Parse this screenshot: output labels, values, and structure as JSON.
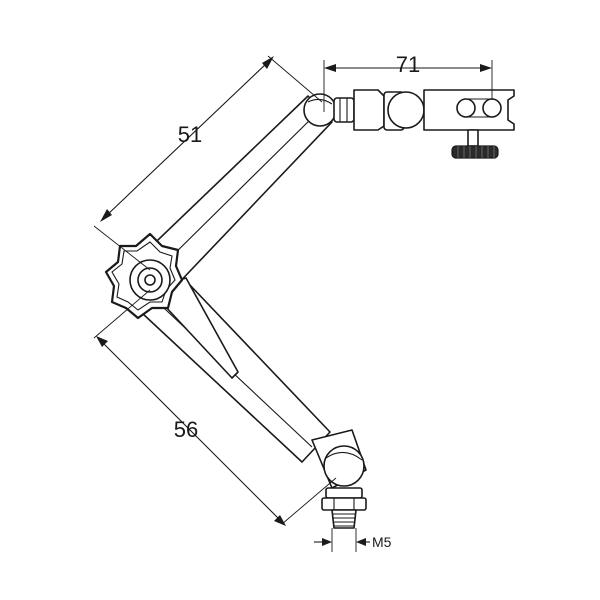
{
  "dimensions": {
    "upper_arm": "51",
    "lower_arm": "56",
    "clamp_span": "71",
    "thread": "M5"
  },
  "colors": {
    "line": "#1a1a1a",
    "background": "#ffffff",
    "knob_dark": "#2b2b2b"
  }
}
